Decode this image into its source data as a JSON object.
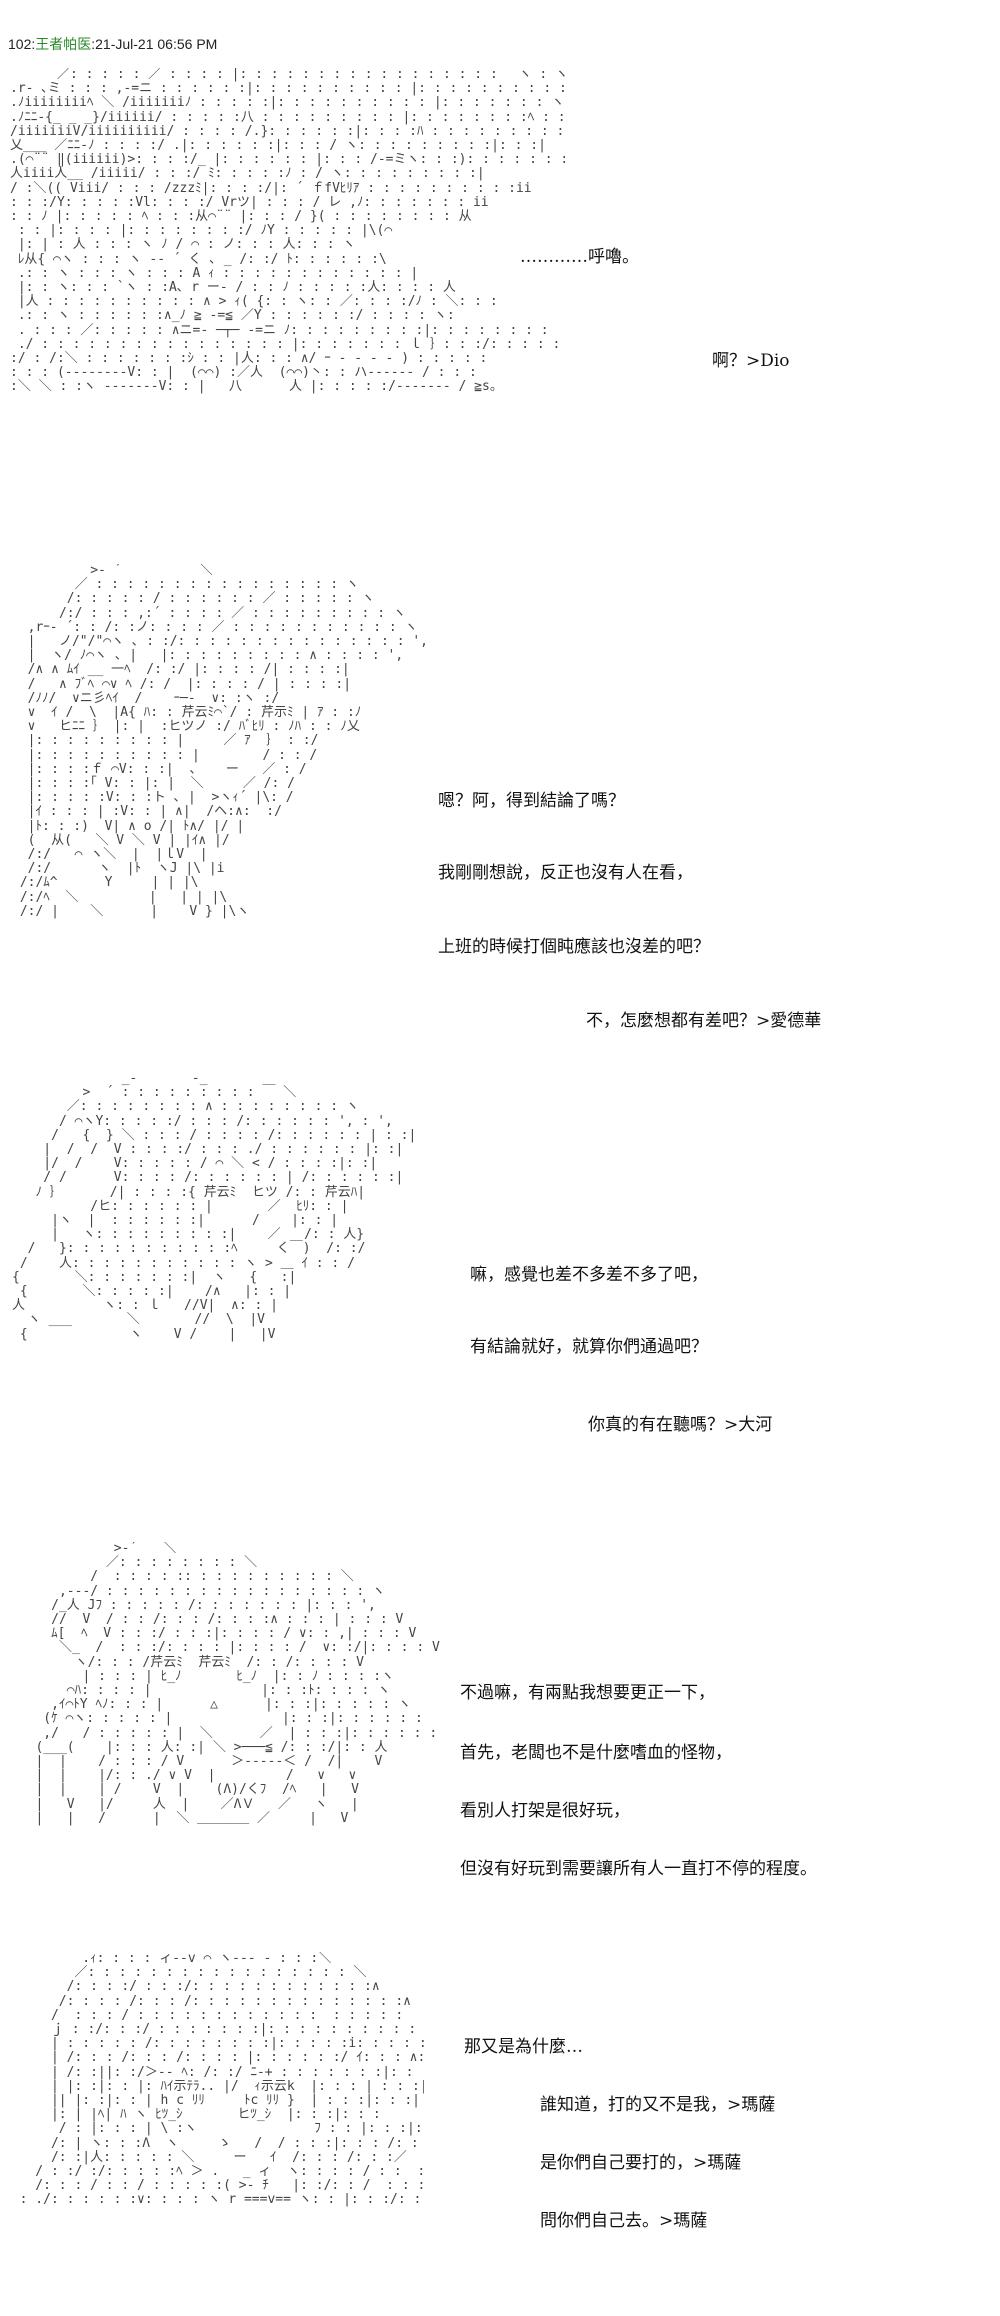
{
  "header": {
    "number": "102:",
    "poster": "王者帕医",
    "timestamp": ":21-Jul-21 06:56 PM"
  },
  "panels": [
    {
      "lines": [
        "…………呼嚕。",
        "啊？>Dio"
      ],
      "art": "      ／: : : : : ／ : : : : |: : : : : : : : : : : : : : : : : ｀ヽ : ヽ\n.r- ､ミ : : : ,-=ニ : : : : : :|: : : : : : : : : : |: : : : : : : : : : :ヽ\n.ﾉiiiiiiiiﾍ ＼ /iiiiiiiﾉ : : : : :|: : : : : : : : : : |: : : : : : : ヽ : : : V\n.ﾉﾆﾆ-{_ _ _}/iiiiii/ : : : : :八 : : : : : : : : : |: : : : : : : :ﾍ : : : ',\n/iiiiiiiV/iiiiiiiiii/ : : : : /.}: : : : : :|: : : :ﾊ : : : : : : : : : ',: : :|\n乂___ ／ﾆﾆ-ﾉ : : : :/ .|: : : : : :|: : : / ヽ: : : : : : : : :|: : :|\n.(⌒¨¨ ‖(iiiiii)>: : : :/_ |: : : : : : |: : : /‐=ミヽ: : :): : : : : : : :|\n人iiii人__ /iiiii/ : : :/ ﾐ: : : : :ﾉ : / ヽ: : : : : : : : :|\n/ :＼(( Viii/ : : : /zzzﾐ|: : : :/|: ´ ｆfVﾋﾘｱ : : : : : : : : : :ii\n: : :/Y: : : : :Vl: : : :/ Vrツ| : : : / レ ,ﾉ: : : : : : : ii\n: : ﾉ |: : : : : ﾍ : : :从⌒¨¨ |: : : / }( : : : : : : : : 从\n : : |: : : : |: : : : : : : :/ ﾉY : : : : : |\\(⌒\n |: | : 人 : : : ヽ ﾉ / ⌒ : ノ: : : 人: : : ヽ\n ﾚ从{ ⌒ヽ : : : ヽ ‐- ´ く ､ _ /: :/ ﾄ: : : : : :\\\n .: : ヽ : : : ヽ : : : A ｨ : : : : : : : : : : : : |\n |: : ヽ: : : `ヽ : :A､ r ー‐ / : : ﾉ : : : : :人: : : : 人\n |人 : : : : : : : : : : ∧ > ｨ( {: : ヽ: : ／: : : :/ﾉ : ＼: : :\n .: : ヽ : : : : : :∧_ﾉ ≧ ‐=≦ ／Y : : : : : :/ : : : : ヽ:\n . : : : ／: : : : : ∧ニ=- ─┬─ -=ニ ﾉ: : : : : : : : :|: : : : : : : :\n ./ : : : : : : : : : : : : : : : : |: : : : : : : ｌ ｝: : :/: : : : : : : : :\n:/ : /:＼ : : : : : : :ｼ : : |人: : : ∧/ ｰ ‐ ‐ ‐ ‐ ) : : : : :\n: : : (-‐‐‐‐‐‐‐V: : |  (⌒⌒) :／人  (⌒⌒)丶: : ハ‐‐‐‐‐‐ / : : :\n:＼ ＼ : :ヽ ‐‐‐‐‐‐‐V: : |   八      人 |: : : : :/‐‐‐‐‐‐‐ / ≧s。"
    },
    {
      "lines": [
        "嗯？阿，得到結論了嗎？",
        "我剛剛想說，反正也沒有人在看，",
        "上班的時候打個盹應該也沒差的吧？",
        "不，怎麼想都有差吧？>愛德華"
      ],
      "art": "          >‐ ´￣￣￣￣￣￣＼\n        ／ : : : : : : : : : : : : : : : : ヽ\n       /: : : : : / : : : : : : ／ : : : : : ヽ\n      /:/ : : : ,:´ : : : : ／ : : : : : : : : : ヽ\n  ,rｰ‐ ´: : /: :ノ: : : : ／ : : : : : : : : : : : ヽ\n  |   ノ/\"/\"⌒ヽ ､ : :/: : : : : : : : : : : : : : : ',\n  |  ヽ/ ﾉ⌒ヽ ､ |   |: : : : : : : : : ∧ : : : : ',\n  /∧ ∧ ﾑｲ __ 一ﾍ  /: :/ |: : : : /| : : : :|\n  /   ∧ ﾌﾞﾍ ⌒∨ ﾍ /: /  |: : : : / | : : : :|\n  /ﾉﾉ/  ∨ニ彡ﾍｲ  /    ｰ─-  ∨: :ヽ :/\n  ∨  ｲ /  \\  |A{ ﾊ: : 芹云ﾐ⌒`/ : 芹示ﾐ | ｱ : :ﾉ\n  ∨   ヒﾆﾆ ｝ |: |  :ヒツノ :/ ﾊﾞﾋﾘ : ﾉﾊ : : ﾉ乂\n  |: : : : : : : : : |     ／ ｱ  ｝ : :/\n  |: : : : : : : : : : |        / : : /\n  |: : : :ｆ ⌒V: : :|  、   ー   ／ : /\n  |: : : :｢ V: : |: |  ＼     ／ /: /\n  |: : : : :V: : :ト ､ |  >ヽｨ´ |\\: /\n  |ｲ : : : | :V: : | ∧|  /ヘ:∧:  :/\n  |ﾄ: : :)  V| ∧ o /| ﾄ∧/ |/ |\n  (  从(   ＼ V ＼ V | |ｲ∧ |/\n  /:/   ⌒ ヽ＼  |  |ｌV  |\n  /:/      ヽ  |ﾄ  ヽJ |\\ |i\n /:/ﾑ^      Y     | | |\\\n /:/ﾍ  ＼         |   | | |\\\n /:/ |    ＼      |    V } |\\ヽ"
    },
    {
      "lines": [
        "嘛，感覺也差不多差不多了吧，",
        "有結論就好，就算你們通過吧？",
        "你真的有在聽嗎？>大河"
      ],
      "art": "              _‐ ￣￣￣ ‐_\n         >  ´ : : : : : : : : : ￣ ＼\n       ／: : : : : : : : ∧ : : : : : : : : ヽ\n      / ⌒ヽY: : : : :/ : : : /: : : : : : ', : ',\n     /   {  } ＼ : : : / : : : : /: : : : : : | : :|\n    |  /  /  V : : : :/ : : : ./ : : : : : : |: :|\n    |/  /    V: : : : : / ⌒ ＼ < / : : : :|: :|\n    / /      V: : : : /: : : : : : | /: : : : : :|\n   ﾉ ｝      /| : : : :{ 芹云ﾐ  ヒツ /: : 芹云ﾊ|\n          /ヒ: : : : : : |       ／  ﾋﾘ: : |\n     |ヽ  |  : : : : : :|      /    |: : |\n     |   ヽ: : : : : : : : :|    ／   /: : 人}\n  /   }: : : : : : : : : : :ﾍ     く￣)  /: :/\n /    人: : : : : : : : : : : ヽ > ＿ ｲ : : /\n{       ＼: : : : : : :|  ヽ   {   :|\n {       ＼: : : : :|    /∧   |: : |\n人          ヽ: : ｌ   //V|  ∧: : |\n  ヽ ___       ＼       //  \\  |V\n {             ヽ    V /    |   |V"
    },
    {
      "lines": [
        "不過嘛，有兩點我想要更正一下，",
        "首先，老闆也不是什麼嗜血的怪物，",
        "看別人打架是很好玩，",
        "但沒有好玩到需要讓所有人一直打不停的程度。"
      ],
      "art": "             >-´￣￣＼\n            ／: : : : : : : : ＼\n          /  : : : : :: : : : : : : : : : ＼\n      ,-‐-/ : : : : : : : : : : : : : : : : : ヽ\n     /_人 Jﾌ : : : : : /: : : : : : : |: : : ',\n     //  V  / : : /: : : /: : : :∧ : : : | : : : V\n     ﾑ[  ﾍ  V : : :/ : : :|: : : : / ∨: : ,| : : : V\n      ＼_  /  : : :/: : : : |: : : : /  ∨: :/|: : : : V\n        ヽ/: : : /芹云ﾐ  芹云ﾐ  /: : /: : : : V\n         | : : : | ﾋ_ﾉ       ﾋ_ﾉ  |: : ﾉ : : : :ヽ\n       ⌒ﾊ: : : : |              |: : :ﾄ: : : : ヽ\n     ,ｲ⌒ﾄY ﾍﾉ: : : |      △      |: : :|: : : : : ヽ\n    (ｹ ⌒ヽ: : : : : |              |: : :|: : : : : :\n    ,/   / : : : : : |  ＼      ／  | : : :|: : : : : :\n   (___(    |: : : 人: :| ＼ >───≦ /: : :/|: : 人\n   |  |    / : : : / V      ＞-----＜ /  /|    V\n   |  |    |/: : ./ ∨ V  |         /   ∨   ∨\n   |  |    | /    V  |    (Λ)/くﾌ  /ﾍ   |   V\n   |   V   |/     人  |    ／ΛＶ   ／   ヽ   |\n   |   |   /      |  ＼ ＿＿＿＿ ／     |   V"
    },
    {
      "lines": [
        "那又是為什麼…",
        "誰知道，打的又不是我，>瑪薩",
        "是你們自己要打的，>瑪薩",
        "問你們自己去。>瑪薩"
      ],
      "art": "          .ｨ: : : : ィ‐‐v ⌒ ヽ‐-‐ - : : :＼\n         ／: : : : : : : : : : : : : : : : : ＼\n        /: : : :/ : : :/: : : : : : : : : : : :∧\n       /: : : : /: : : /: : : : : : : : : : : : : :∧\n      /  : : : / : : : : : : : : : : : :  : : : : :\n      ｊ : :/: : :/ : : : : : : :|: : : : : : : : : : : : : :|\n      | : : : : : /: : : : : : : :|: : : : :i: : : : : :|: : : :|\n      | /: : : /: : : /: : : : |: : : : : :/ ｲ: : : ∧: : :|\n      | /: :||: :/＞‐‐ ﾍ: /: :/ ﾆ‐+ : : : : : : :|: : :|\n      | |: :|: : |: ﾊｲ示ﾃﾗ.. |/  ｨ示云k  |: : : | : : :|\n      || |: :|: : | h c ﾘﾘ     ﾄc ﾘﾘ }  | : : :|: : :|\n      |: | |ﾍ| ﾊ ヽ ﾋﾂ_ｼ       ヒﾂ_ｼ  |: : :|: : :\n       / : |: : : | \\ :ヽ               ﾌ : : |: : :|: :\n      /: | ヽ: : :Λ  ヽ     ゝ   /  / : : :|: : : /: :\n      /: :|人: : : : : ＼     ー   ｲ  /: : : /: : :／\n    / : :/ :/: : : : :ﾍ ＞ .   _ ィ  ヽ: : : : / : :  :\n    /: : : / : : / : : : : :( >‐ ﾁ   |: :/: : /  : : :\n  : ./: : : : : :∨: : : : ヽ r ===v== ヽ: : |: : :/: : : :"
    }
  ]
}
